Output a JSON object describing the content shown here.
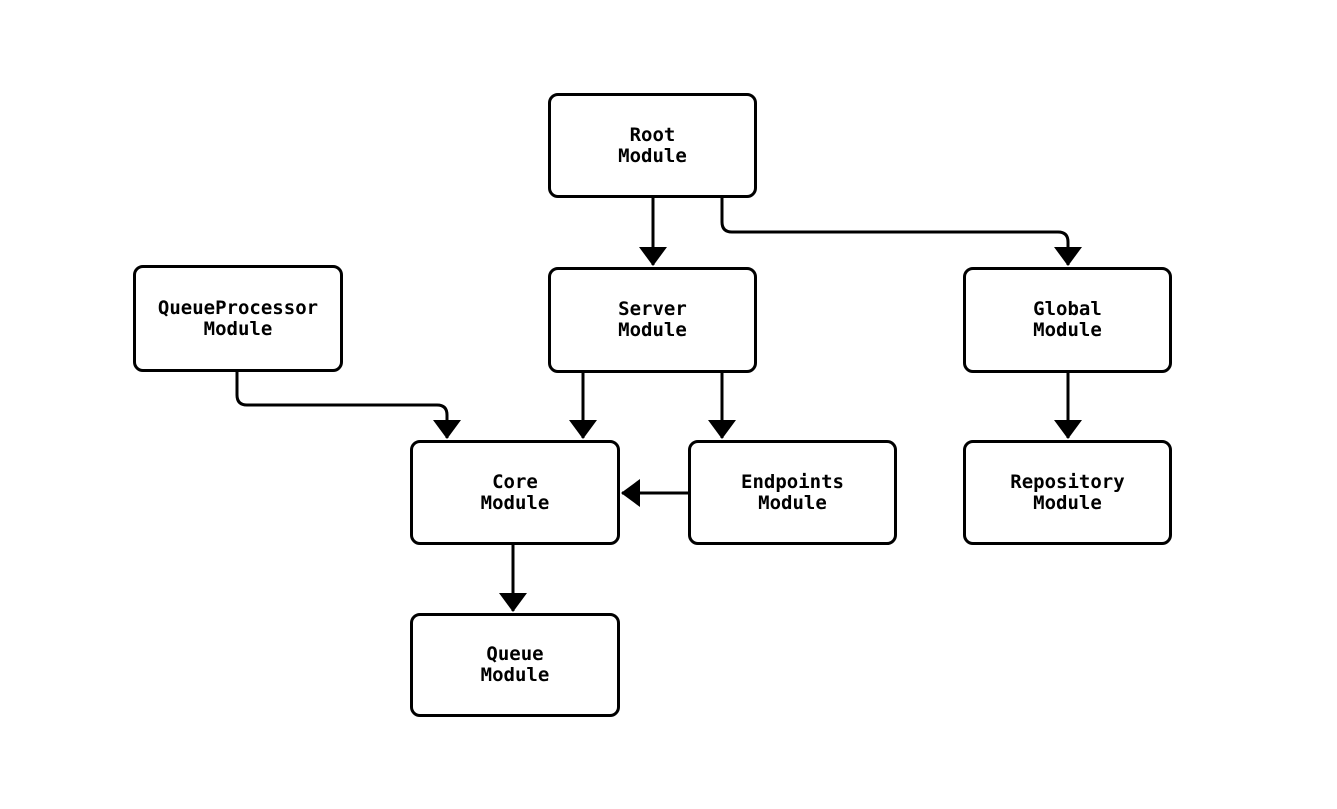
{
  "diagram": {
    "type": "module-dependency-diagram",
    "background_color": "#ffffff",
    "node_border_color": "#000000",
    "node_fill_color": "#ffffff",
    "text_color": "#000000",
    "arrow_color": "#000000",
    "nodes": [
      {
        "id": "root-module",
        "line1": "Root",
        "line2": "Module"
      },
      {
        "id": "queueprocessor-module",
        "line1": "QueueProcessor",
        "line2": "Module"
      },
      {
        "id": "server-module",
        "line1": "Server",
        "line2": "Module"
      },
      {
        "id": "global-module",
        "line1": "Global",
        "line2": "Module"
      },
      {
        "id": "core-module",
        "line1": "Core",
        "line2": "Module"
      },
      {
        "id": "endpoints-module",
        "line1": "Endpoints",
        "line2": "Module"
      },
      {
        "id": "repository-module",
        "line1": "Repository",
        "line2": "Module"
      },
      {
        "id": "queue-module",
        "line1": "Queue",
        "line2": "Module"
      }
    ],
    "edges": [
      {
        "from": "Root Module",
        "to": "Server Module"
      },
      {
        "from": "Root Module",
        "to": "Global Module"
      },
      {
        "from": "QueueProcessor Module",
        "to": "Core Module"
      },
      {
        "from": "Server Module",
        "to": "Core Module"
      },
      {
        "from": "Server Module",
        "to": "Endpoints Module"
      },
      {
        "from": "Endpoints Module",
        "to": "Core Module"
      },
      {
        "from": "Global Module",
        "to": "Repository Module"
      },
      {
        "from": "Core Module",
        "to": "Queue Module"
      }
    ]
  }
}
